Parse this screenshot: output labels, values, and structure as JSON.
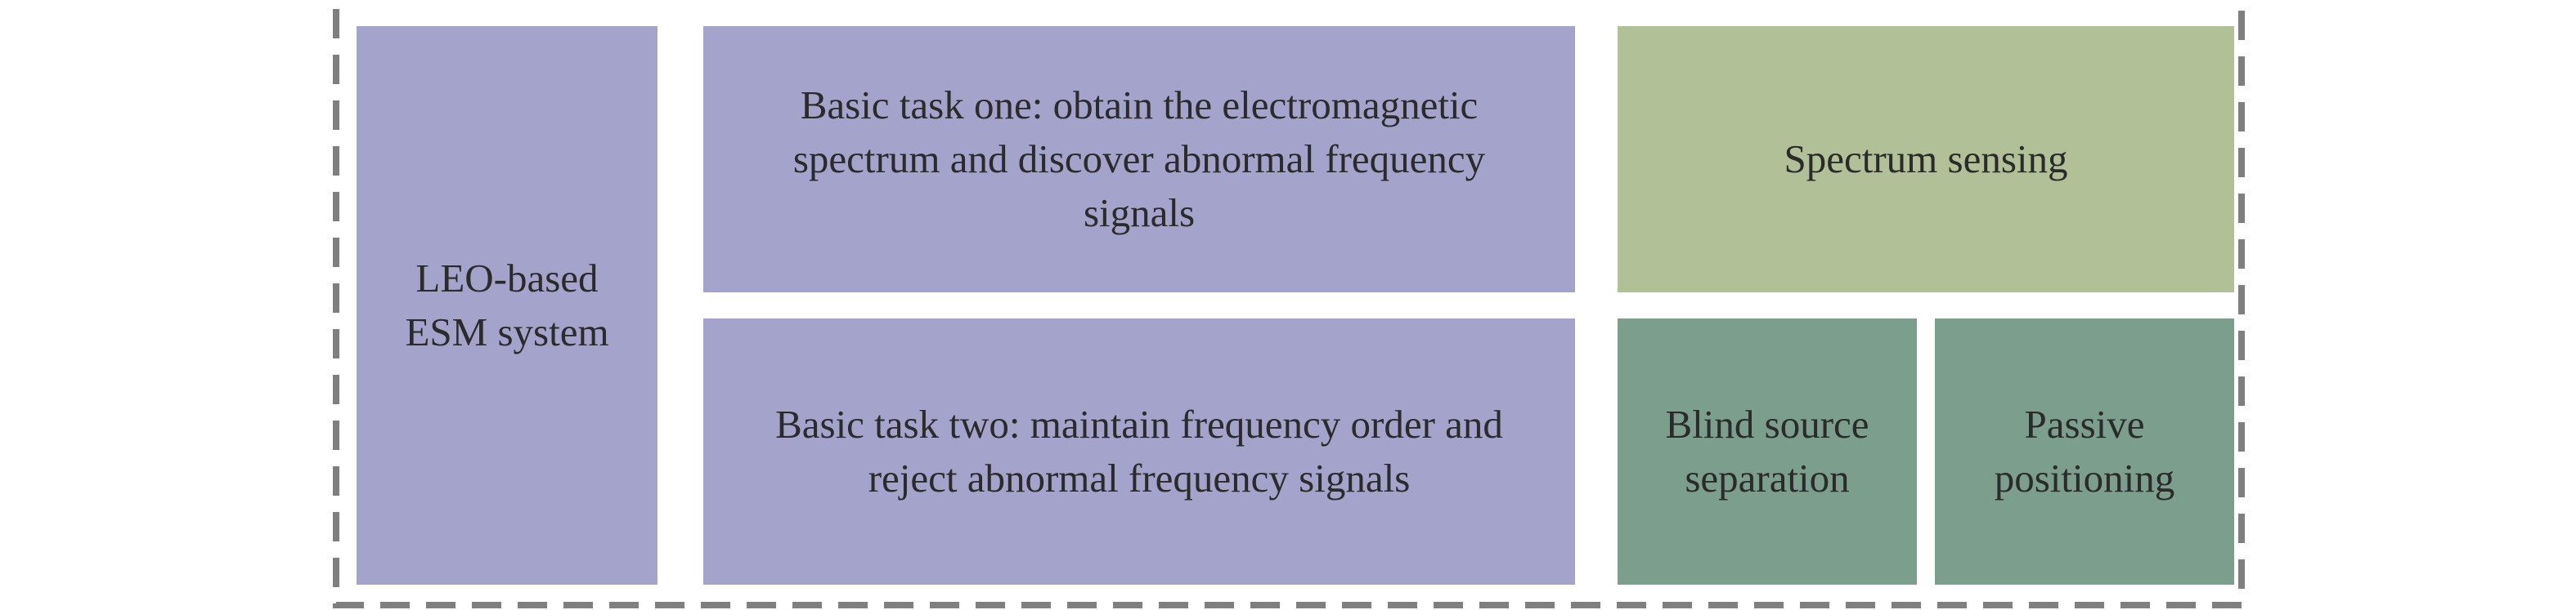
{
  "diagram": {
    "colors": {
      "border_dash": "#7f7f7f",
      "task_purple": "#a3a3cb",
      "sensing_green": "#b1c096",
      "method_teal": "#7b9e8d"
    },
    "system": {
      "label": "LEO-based ESM system"
    },
    "tasks": [
      {
        "label": "Basic task one: obtain the electromagnetic spectrum and discover abnormal frequency signals"
      },
      {
        "label": "Basic task two: maintain frequency order and reject abnormal frequency signals"
      }
    ],
    "methods": {
      "spectrum_sensing": "Spectrum sensing",
      "blind_source_separation": "Blind source separation",
      "passive_positioning": "Passive positioning"
    }
  }
}
